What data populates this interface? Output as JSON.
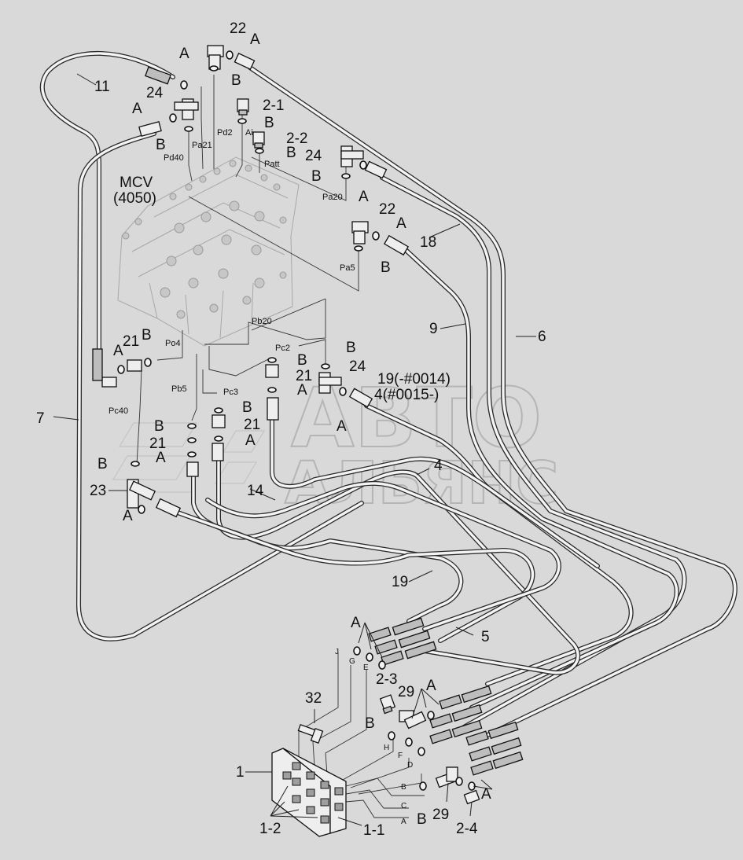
{
  "watermark": {
    "line1": "АВТО",
    "line2": "АЛЬЯНС"
  },
  "mcv": {
    "line1": "MCV",
    "line2": "(4050)"
  },
  "callouts": [
    {
      "t": "22"
    },
    {
      "t": "A"
    },
    {
      "t": "B"
    },
    {
      "t": "11"
    },
    {
      "t": "A"
    },
    {
      "t": "24"
    },
    {
      "t": "A"
    },
    {
      "t": "B"
    },
    {
      "t": "2-1"
    },
    {
      "t": "B"
    },
    {
      "t": "2-2"
    },
    {
      "t": "B"
    },
    {
      "t": "24"
    },
    {
      "t": "B"
    },
    {
      "t": "A"
    },
    {
      "t": "22"
    },
    {
      "t": "A"
    },
    {
      "t": "18"
    },
    {
      "t": "B"
    },
    {
      "t": "9"
    },
    {
      "t": "6"
    },
    {
      "t": "A"
    },
    {
      "t": "21"
    },
    {
      "t": "B"
    },
    {
      "t": "B"
    },
    {
      "t": "B"
    },
    {
      "t": "21"
    },
    {
      "t": "A"
    },
    {
      "t": "24"
    },
    {
      "t": "19(-#0014)"
    },
    {
      "t": "4(#0015-)"
    },
    {
      "t": "7"
    },
    {
      "t": "B"
    },
    {
      "t": "21"
    },
    {
      "t": "B"
    },
    {
      "t": "21"
    },
    {
      "t": "A"
    },
    {
      "t": "A"
    },
    {
      "t": "A"
    },
    {
      "t": "B"
    },
    {
      "t": "4"
    },
    {
      "t": "23"
    },
    {
      "t": "14"
    },
    {
      "t": "A"
    },
    {
      "t": "19"
    },
    {
      "t": "5"
    },
    {
      "t": "A"
    },
    {
      "t": "2-3"
    },
    {
      "t": "29"
    },
    {
      "t": "A"
    },
    {
      "t": "32"
    },
    {
      "t": "B"
    },
    {
      "t": "1"
    },
    {
      "t": "29"
    },
    {
      "t": "A"
    },
    {
      "t": "B"
    },
    {
      "t": "1-2"
    },
    {
      "t": "1-1"
    },
    {
      "t": "2-4"
    }
  ],
  "ports": [
    {
      "t": "Pd2"
    },
    {
      "t": "Pa21"
    },
    {
      "t": "Ai"
    },
    {
      "t": "Patt"
    },
    {
      "t": "Pd40"
    },
    {
      "t": "Pa20"
    },
    {
      "t": "Pa5"
    },
    {
      "t": "Pb20"
    },
    {
      "t": "Po4"
    },
    {
      "t": "Pc2"
    },
    {
      "t": "Pb5"
    },
    {
      "t": "Pc3"
    },
    {
      "t": "Pc40"
    }
  ],
  "letters": [
    {
      "t": "J"
    },
    {
      "t": "G"
    },
    {
      "t": "E"
    },
    {
      "t": "H"
    },
    {
      "t": "F"
    },
    {
      "t": "D"
    },
    {
      "t": "B"
    },
    {
      "t": "C"
    },
    {
      "t": "A"
    }
  ]
}
